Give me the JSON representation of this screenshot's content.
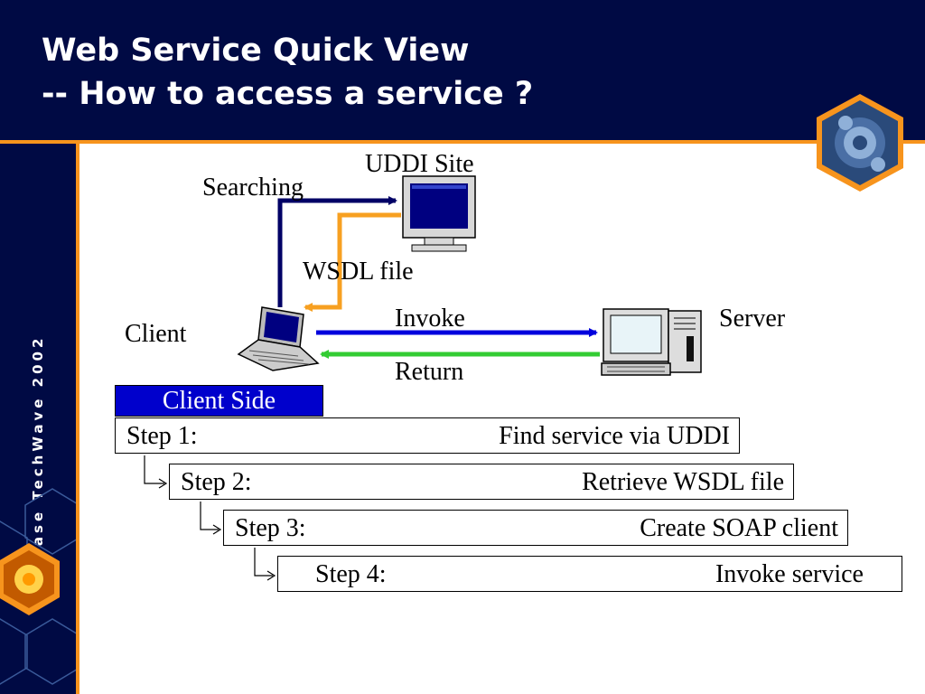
{
  "header": {
    "title_line1": "Web Service Quick View",
    "title_line2": "-- How to access a service ?"
  },
  "sidebar": {
    "vertical_text": "Sybase TechWave 2002"
  },
  "diagram": {
    "uddi_site_label": "UDDI Site",
    "searching_label": "Searching",
    "wsdl_file_label": "WSDL file",
    "client_label": "Client",
    "invoke_label": "Invoke",
    "server_label": "Server",
    "return_label": "Return"
  },
  "steps": {
    "header": "Client Side",
    "items": [
      {
        "step": "Step 1:",
        "action": "Find service via UDDI"
      },
      {
        "step": "Step 2:",
        "action": "Retrieve WSDL file"
      },
      {
        "step": "Step 3:",
        "action": "Create SOAP client"
      },
      {
        "step": "Step 4:",
        "action": "Invoke service"
      }
    ]
  },
  "colors": {
    "header_bg": "#000a44",
    "accent_orange": "#f7941d",
    "search_arrow": "#000066",
    "wsdl_arrow": "#f7a021",
    "invoke_arrow": "#0000dd",
    "return_arrow": "#33cc33",
    "tab_bg": "#0000cc"
  }
}
